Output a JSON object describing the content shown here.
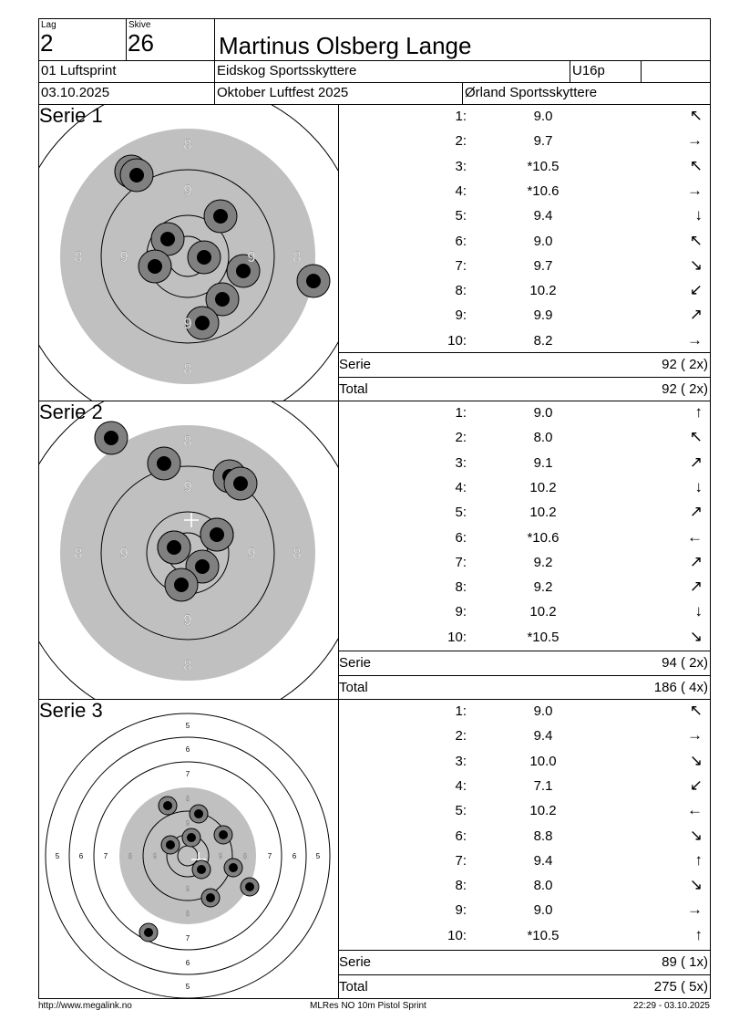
{
  "header": {
    "lag_label": "Lag",
    "lag": "2",
    "skive_label": "Skive",
    "skive": "26",
    "name": "Martinus Olsberg Lange",
    "event": "01 Luftsprint",
    "club": "Eidskog Sportsskyttere",
    "class": "U16p",
    "extra": "",
    "date": "03.10.2025",
    "competition": "Oktober Luftfest 2025",
    "organizer": "Ørland Sportsskyttere"
  },
  "series": [
    {
      "title": "Serie 1",
      "shots": [
        {
          "n": "1:",
          "s": "9.0",
          "a": "↖"
        },
        {
          "n": "2:",
          "s": "9.7",
          "a": "→"
        },
        {
          "n": "3:",
          "s": "*10.5",
          "a": "↖"
        },
        {
          "n": "4:",
          "s": "*10.6",
          "a": "→"
        },
        {
          "n": "5:",
          "s": "9.4",
          "a": "↓"
        },
        {
          "n": "6:",
          "s": "9.0",
          "a": "↖"
        },
        {
          "n": "7:",
          "s": "9.7",
          "a": "↘"
        },
        {
          "n": "8:",
          "s": "10.2",
          "a": "↙"
        },
        {
          "n": "9:",
          "s": "9.9",
          "a": "↗"
        },
        {
          "n": "10:",
          "s": "8.2",
          "a": "→"
        }
      ],
      "serie_label": "Serie",
      "serie_value": "92 ( 2x)",
      "total_label": "Total",
      "total_value": "92 ( 2x)"
    },
    {
      "title": "Serie 2",
      "shots": [
        {
          "n": "1:",
          "s": "9.0",
          "a": "↑"
        },
        {
          "n": "2:",
          "s": "8.0",
          "a": "↖"
        },
        {
          "n": "3:",
          "s": "9.1",
          "a": "↗"
        },
        {
          "n": "4:",
          "s": "10.2",
          "a": "↓"
        },
        {
          "n": "5:",
          "s": "10.2",
          "a": "↗"
        },
        {
          "n": "6:",
          "s": "*10.6",
          "a": "←"
        },
        {
          "n": "7:",
          "s": "9.2",
          "a": "↗"
        },
        {
          "n": "8:",
          "s": "9.2",
          "a": "↗"
        },
        {
          "n": "9:",
          "s": "10.2",
          "a": "↓"
        },
        {
          "n": "10:",
          "s": "*10.5",
          "a": "↘"
        }
      ],
      "serie_label": "Serie",
      "serie_value": "94 ( 2x)",
      "total_label": "Total",
      "total_value": "186 ( 4x)"
    },
    {
      "title": "Serie 3",
      "shots": [
        {
          "n": "1:",
          "s": "9.0",
          "a": "↖"
        },
        {
          "n": "2:",
          "s": "9.4",
          "a": "→"
        },
        {
          "n": "3:",
          "s": "10.0",
          "a": "↘"
        },
        {
          "n": "4:",
          "s": "7.1",
          "a": "↙"
        },
        {
          "n": "5:",
          "s": "10.2",
          "a": "←"
        },
        {
          "n": "6:",
          "s": "8.8",
          "a": "↘"
        },
        {
          "n": "7:",
          "s": "9.4",
          "a": "↑"
        },
        {
          "n": "8:",
          "s": "8.0",
          "a": "↘"
        },
        {
          "n": "9:",
          "s": "9.0",
          "a": "→"
        },
        {
          "n": "10:",
          "s": "*10.5",
          "a": "↑"
        }
      ],
      "serie_label": "Serie",
      "serie_value": "89 ( 1x)",
      "total_label": "Total",
      "total_value": "275 ( 5x)"
    }
  ],
  "footer": {
    "url": "http://www.megalink.no",
    "program": "MLRes NO  10m Pistol Sprint",
    "timestamp": "22:29 - 03.10.2025"
  },
  "colors": {
    "gray": "#c0c0c0",
    "shot_ring": "#808080"
  }
}
